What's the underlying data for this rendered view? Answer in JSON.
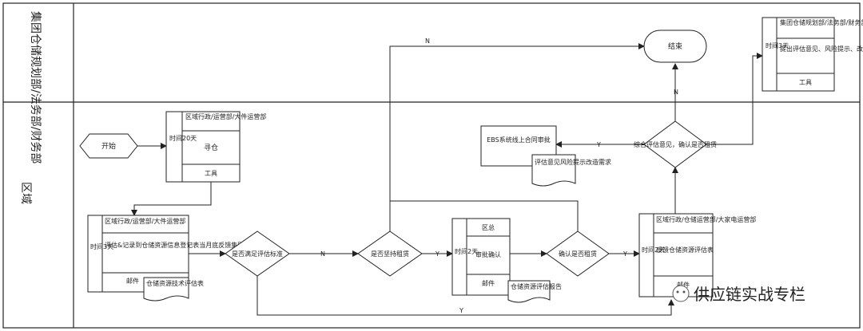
{
  "lanes": {
    "top": "集团仓储规划部/法务部/财务部",
    "bottom": "区域"
  },
  "nodes": {
    "end": "结束",
    "start": "开始",
    "group_box": {
      "header": "集团仓储规划部/法务部/财务部",
      "side": "时间3天",
      "body": "提出评估意见、风险提示、改造需求",
      "footer": "工具"
    },
    "box_search": {
      "header": "区域行政/运营部/大件运营部",
      "side": "时间20天",
      "body": "寻仓",
      "footer": "工具"
    },
    "box_eval": {
      "header": "区域行政/运营部/大件运营部",
      "side": "时间3天",
      "body": "评估&记录到仓储资源信息登记表当月底反馈集团",
      "footer": "邮件"
    },
    "doc_eval": "仓储资源技术评估表",
    "box_approve": {
      "header": "区总",
      "side": "时间2天",
      "body": "审批确认",
      "footer": "邮件"
    },
    "doc_report": "仓储资源评估报告",
    "box_feedback": {
      "header": "区域行政/仓储运营部/大家电运营部",
      "side": "时间2天",
      "body": "反馈仓储资源评估表",
      "footer": "邮件"
    },
    "ebs": "EBS系统线上合同审批",
    "doc_ebs": "评估意见风险提示改造需求",
    "d_meet": "是否满足评估标准",
    "d_insist": "是否坚持租赁",
    "d_confirm": "确认是否租赁",
    "d_combine": "综合评估意见，确认是否租赁"
  },
  "edge_labels": {
    "n1": "N",
    "n2": "N",
    "n3": "N",
    "y1": "Y",
    "y2": "Y",
    "y3": "Y",
    "y4": "Y"
  },
  "watermark": "供应链实战专栏"
}
